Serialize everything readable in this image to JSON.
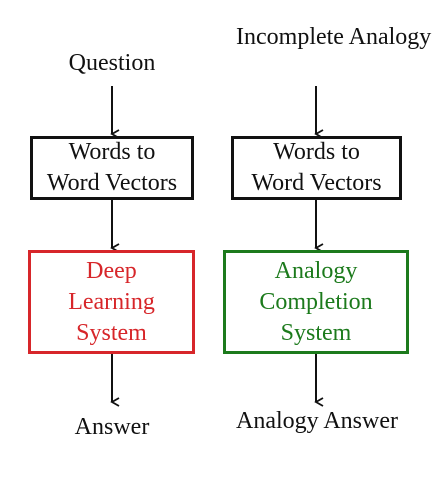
{
  "left": {
    "input": [
      "Question"
    ],
    "step1": [
      "Words to",
      "Word Vectors"
    ],
    "step2": [
      "Deep",
      "Learning",
      "System"
    ],
    "output": [
      "Answer"
    ]
  },
  "right": {
    "input": [
      "Incomplete",
      "Analogy"
    ],
    "step1": [
      "Words to",
      "Word Vectors"
    ],
    "step2": [
      "Analogy",
      "Completion",
      "System"
    ],
    "output": [
      "Analogy",
      "Answer"
    ]
  },
  "colors": {
    "line": "#111111",
    "deep_learning_box": "#d7262a",
    "analogy_completion_box": "#1c7a1c"
  }
}
